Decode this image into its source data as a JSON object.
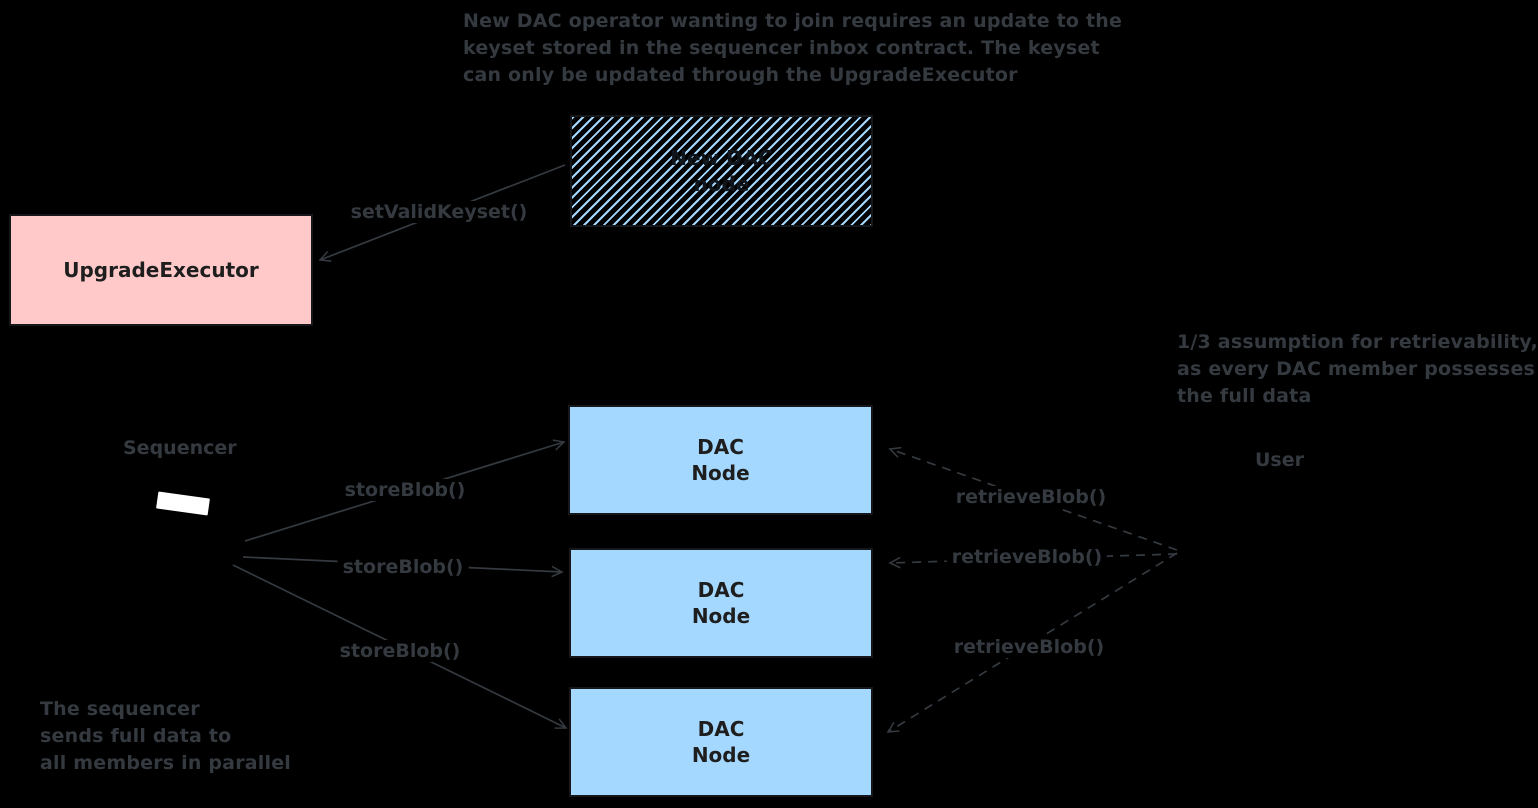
{
  "notes": {
    "keyset_update": {
      "lines": [
        "New DAC operator wanting to join requires an update to the",
        "keyset stored in the sequencer inbox contract. The keyset",
        "can only be updated through the UpgradeExecutor"
      ]
    },
    "assumption": {
      "lines": [
        "1/3 assumption for retrievability,",
        "as every DAC member possesses",
        "the full data"
      ]
    },
    "parallel": {
      "lines": [
        "The sequencer",
        "sends full data to",
        "all members in parallel"
      ]
    }
  },
  "nodes": {
    "new_dac": {
      "line1": "New DAC",
      "line2": "node"
    },
    "upgrade_executor": {
      "label": "UpgradeExecutor"
    },
    "dac_nodes": [
      {
        "line1": "DAC",
        "line2": "Node"
      },
      {
        "line1": "DAC",
        "line2": "Node"
      },
      {
        "line1": "DAC",
        "line2": "Node"
      }
    ],
    "sequencer_label": "Sequencer",
    "user_label": "User"
  },
  "edges": {
    "set_valid_keyset": "setValidKeyset()",
    "store_blob": [
      "storeBlob()",
      "storeBlob()",
      "storeBlob()"
    ],
    "retrieve_blob": [
      "retrieveBlob()",
      "retrieveBlob()",
      "retrieveBlob()"
    ]
  },
  "colors": {
    "background": "#000000",
    "ink": "#343a40",
    "box_text": "#1e1e1e",
    "upgrade_executor_fill": "#ffc9c9",
    "dac_node_fill": "#a5d8ff",
    "hatch_stroke": "#a5d8ff",
    "sequencer_chip": "#ffffff"
  }
}
